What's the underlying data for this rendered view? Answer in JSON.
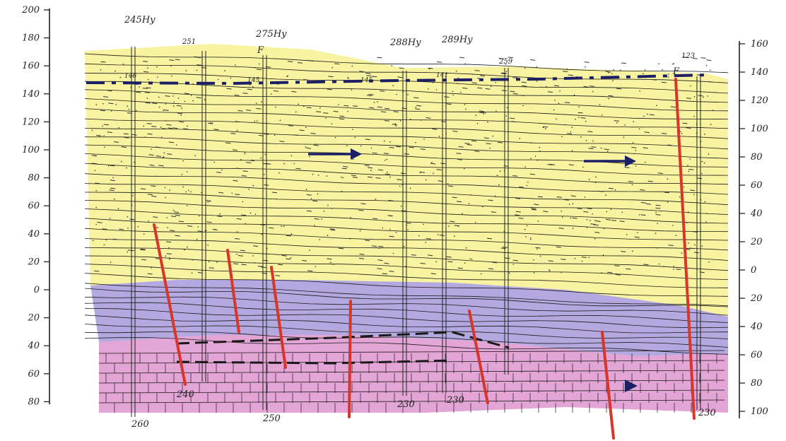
{
  "title": "",
  "left_axis": {
    "ticks": [
      "200",
      "180",
      "160",
      "140",
      "120",
      "100",
      "80",
      "60",
      "40",
      "20",
      "0",
      "20",
      "40",
      "60",
      "80"
    ]
  },
  "right_axis": {
    "ticks": [
      "160",
      "140",
      "120",
      "100",
      "80",
      "60",
      "40",
      "20",
      "0",
      "20",
      "40",
      "60",
      "80",
      "100"
    ]
  },
  "wells_top": [
    {
      "label": "245Hy"
    },
    {
      "label": "251"
    },
    {
      "label": "275Hy"
    },
    {
      "label": "288Hy"
    },
    {
      "label": "289Hy"
    },
    {
      "label": "259"
    },
    {
      "label": "123"
    }
  ],
  "wells_bottom": [
    {
      "label": "260"
    },
    {
      "label": "240"
    },
    {
      "label": "250"
    },
    {
      "label": "230"
    },
    {
      "label": "230"
    },
    {
      "label": "230"
    }
  ],
  "fault_marks": [
    "F",
    "F"
  ],
  "marker_labels": [
    "146",
    "145",
    "145",
    "141"
  ],
  "colors": {
    "upper_unit": "#f7f3a0",
    "middle_unit": "#b3a8e0",
    "lower_unit": "#e3a4d6",
    "fault": "#d8362b",
    "marker": "#1c1f66",
    "line": "#1a1a1a"
  }
}
